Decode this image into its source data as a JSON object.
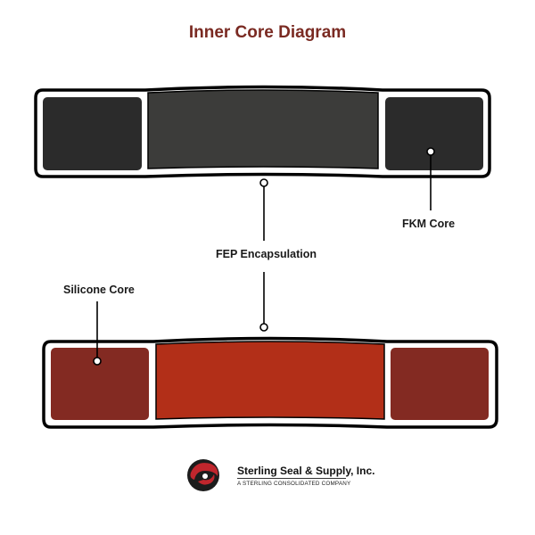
{
  "title": "Inner Core Diagram",
  "labels": {
    "fkm_core": "FKM Core",
    "fep_encapsulation": "FEP Encapsulation",
    "silicone_core": "Silicone Core"
  },
  "company": {
    "name": "Sterling Seal & Supply, Inc.",
    "tagline": "A STERLING CONSOLIDATED COMPANY"
  },
  "colors": {
    "title": "#7a2a22",
    "outline": "#000000",
    "fkm_core": "#2b2b2b",
    "fkm_center": "#3c3c3a",
    "silicone_core": "#832a22",
    "silicone_center": "#b22f18",
    "logo_red": "#c0262d",
    "logo_dark": "#1c1c1c"
  }
}
